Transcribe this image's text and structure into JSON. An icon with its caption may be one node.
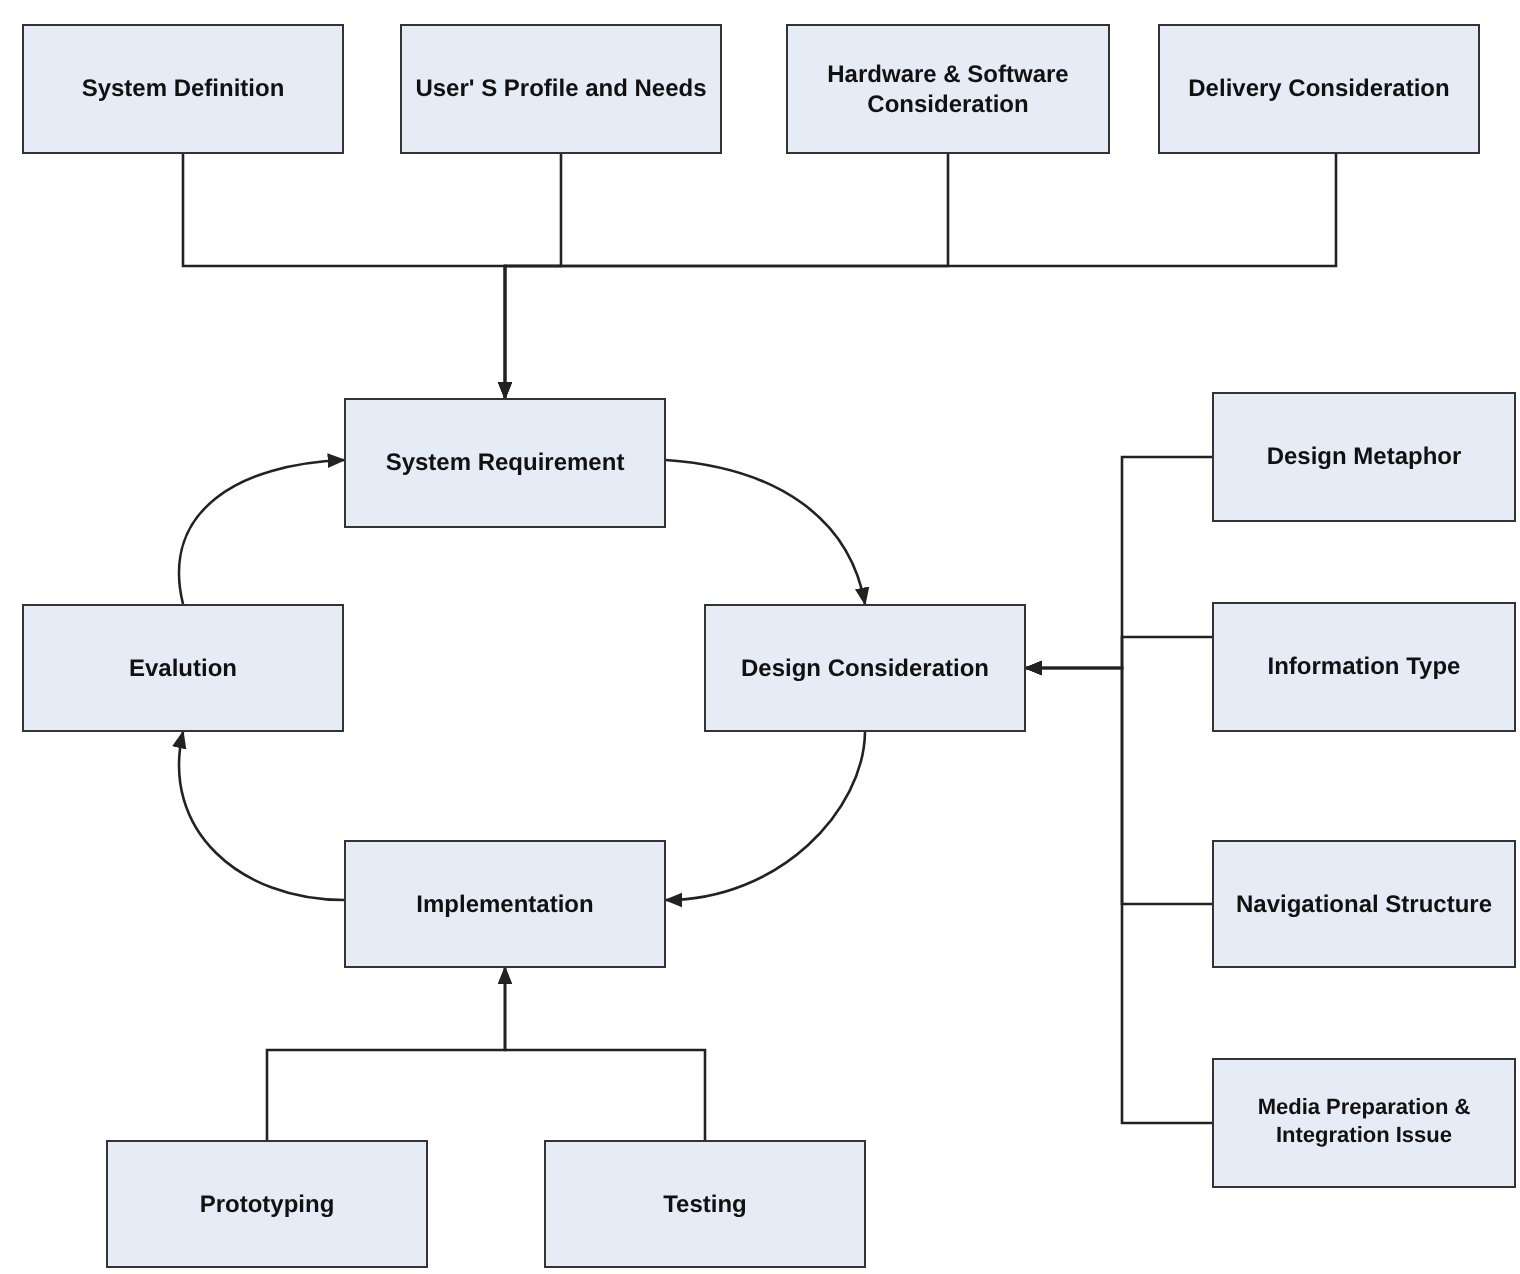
{
  "diagram": {
    "nodes": [
      {
        "text": [
          "System Definition"
        ]
      },
      {
        "text": [
          "User' S Profile and Needs"
        ]
      },
      {
        "text": [
          "Hardware & Software Consideration"
        ]
      },
      {
        "text": [
          "Delivery Consideration"
        ]
      },
      {
        "text": [
          "System Requirement"
        ]
      },
      {
        "text": [
          "Evalution"
        ]
      },
      {
        "text": [
          "Design Consideration"
        ]
      },
      {
        "text": [
          "Design Metaphor"
        ]
      },
      {
        "text": [
          "Information Type"
        ]
      },
      {
        "text": [
          "Navigational Structure"
        ]
      },
      {
        "text": [
          "Media Preparation & Integration Issue"
        ]
      },
      {
        "text": [
          "Implementation"
        ]
      },
      {
        "text": [
          "Prototyping"
        ]
      },
      {
        "text": [
          "Testing"
        ]
      }
    ],
    "edges": [
      {
        "from": 0,
        "to": 4,
        "arrow": "to"
      },
      {
        "from": 1,
        "to": 4,
        "arrow": "to"
      },
      {
        "from": 2,
        "to": 4,
        "arrow": "to"
      },
      {
        "from": 3,
        "to": 4,
        "arrow": "to"
      },
      {
        "from": 4,
        "to": 6,
        "arrow": "to"
      },
      {
        "from": 6,
        "to": 11,
        "arrow": "to"
      },
      {
        "from": 11,
        "to": 5,
        "arrow": "to"
      },
      {
        "from": 5,
        "to": 4,
        "arrow": "to"
      },
      {
        "from": 12,
        "to": 11,
        "arrow": "to"
      },
      {
        "from": 13,
        "to": 11,
        "arrow": "to"
      },
      {
        "from": 7,
        "to": 6,
        "arrow": "to"
      },
      {
        "from": 8,
        "to": 6,
        "arrow": "to"
      },
      {
        "from": 9,
        "to": 6,
        "arrow": "to"
      },
      {
        "from": 10,
        "to": 6,
        "arrow": "to"
      }
    ]
  }
}
